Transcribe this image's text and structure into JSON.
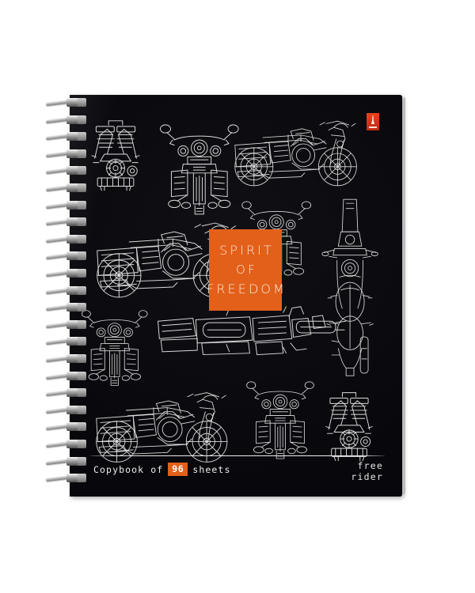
{
  "product": {
    "cover_background_color": "#07070c",
    "accent_color": "#e2601a",
    "line_art_color": "#ffffff"
  },
  "label": {
    "line1": "SPIRIT",
    "line2": "OF",
    "line3": "FREEDOM"
  },
  "logo": {
    "name": "publisher-logo-badge",
    "color": "#e8431a"
  },
  "footer": {
    "copybook_prefix": "Copybook of",
    "sheets_count": "96",
    "copybook_suffix": "sheets",
    "brand_line1": "free",
    "brand_line2": "rider"
  },
  "artwork": {
    "description": "white technical line-art motorcycle blueprints on black",
    "items": [
      {
        "name": "v-twin-engine-top-left",
        "view": "engine"
      },
      {
        "name": "motorcycle-front-top-center",
        "view": "front"
      },
      {
        "name": "motorcycle-side-top-right",
        "view": "side"
      },
      {
        "name": "motorcycle-side-middle-left",
        "view": "side"
      },
      {
        "name": "motorcycle-front-middle-center",
        "view": "front"
      },
      {
        "name": "motorcycle-top-right-column",
        "view": "top"
      },
      {
        "name": "motorcycle-front-middle-left",
        "view": "front"
      },
      {
        "name": "motorcycle-top-center",
        "view": "top"
      },
      {
        "name": "motorcycle-side-bottom-left",
        "view": "side"
      },
      {
        "name": "motorcycle-front-bottom-center",
        "view": "front"
      },
      {
        "name": "v-twin-engine-bottom-right",
        "view": "engine"
      }
    ]
  }
}
